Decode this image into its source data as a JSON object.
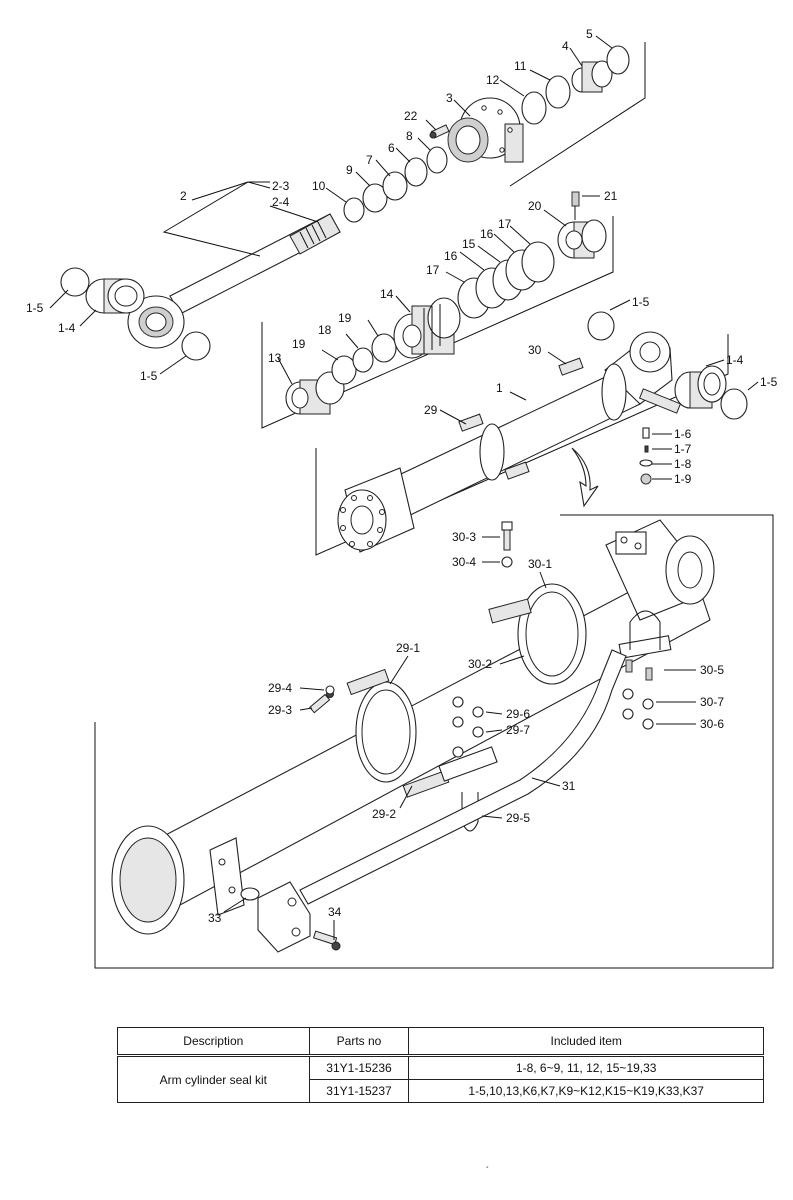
{
  "callouts": {
    "c2": "2",
    "c2_3": "2-3",
    "c2_4": "2-4",
    "c1_5a": "1-5",
    "c1_4a": "1-4",
    "c1_5b": "1-5",
    "c3": "3",
    "c4": "4",
    "c5": "5",
    "c6": "6",
    "c7": "7",
    "c8": "8",
    "c9": "9",
    "c10": "10",
    "c11": "11",
    "c12": "12",
    "c22": "22",
    "c13": "13",
    "c14": "14",
    "c15": "15",
    "c16a": "16",
    "c16b": "16",
    "c17a": "17",
    "c17b": "17",
    "c18": "18",
    "c19a": "19",
    "c19b": "19",
    "c20": "20",
    "c21": "21",
    "c1": "1",
    "c29": "29",
    "c30": "30",
    "c1_5c": "1-5",
    "c1_4b": "1-4",
    "c1_5d": "1-5",
    "c1_6": "1-6",
    "c1_7": "1-7",
    "c1_8": "1-8",
    "c1_9": "1-9",
    "c30_3": "30-3",
    "c30_4": "30-4",
    "c30_1": "30-1",
    "c30_2": "30-2",
    "c30_5": "30-5",
    "c30_7": "30-7",
    "c30_6": "30-6",
    "c29_1": "29-1",
    "c29_4": "29-4",
    "c29_3": "29-3",
    "c29_6": "29-6",
    "c29_7": "29-7",
    "c29_2": "29-2",
    "c29_5": "29-5",
    "c31": "31",
    "c33": "33",
    "c34": "34"
  },
  "table": {
    "headers": {
      "description": "Description",
      "parts_no": "Parts no",
      "included": "Included item"
    },
    "rows": [
      {
        "parts_no": "31Y1-15236",
        "included": "1-8, 6~9, 11, 12, 15~19,33"
      },
      {
        "parts_no": "31Y1-15237",
        "included": "1-5,10,13,K6,K7,K9~K12,K15~K19,K33,K37"
      }
    ],
    "description": "Arm cylinder seal kit"
  },
  "footmark": "´"
}
